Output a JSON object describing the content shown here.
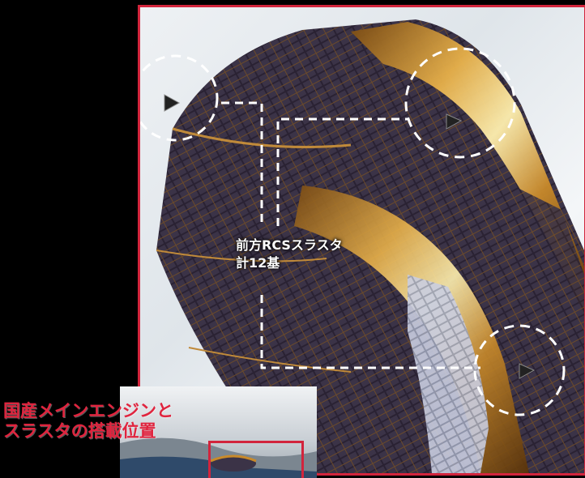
{
  "photo": {
    "subject": "HTV spacecraft over Earth clouds",
    "frame_color": "#d2243c"
  },
  "annotation": {
    "rcs_line1": "前方RCSスラスタ",
    "rcs_line2": "計12基",
    "marker_color": "#ffffff"
  },
  "caption": {
    "line1": "国産メインエンジンと",
    "line2": "スラスタの搭載位置",
    "color": "#e0243e"
  }
}
